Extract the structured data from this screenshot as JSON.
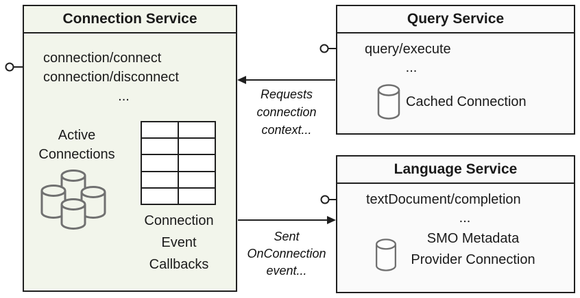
{
  "colors": {
    "conn-fill": "#f2f5eb",
    "panel-fill": "#fafafa",
    "line": "#1f1f1f",
    "icon-stroke": "#707070"
  },
  "connection_service": {
    "title": "Connection Service",
    "methods": [
      "connection/connect",
      "connection/disconnect",
      "..."
    ],
    "active_connections": [
      "Active",
      "Connections"
    ],
    "callbacks": [
      "Connection",
      "Event",
      "Callbacks"
    ]
  },
  "query_service": {
    "title": "Query Service",
    "methods": [
      "query/execute",
      "..."
    ],
    "cached_connection": "Cached Connection"
  },
  "language_service": {
    "title": "Language Service",
    "methods": [
      "textDocument/completion",
      "..."
    ],
    "smo": [
      "SMO Metadata",
      "Provider Connection"
    ]
  },
  "arrows": {
    "requests_label": [
      "Requests",
      "connection",
      "context..."
    ],
    "sent_label": [
      "Sent",
      "OnConnection",
      "event..."
    ]
  }
}
